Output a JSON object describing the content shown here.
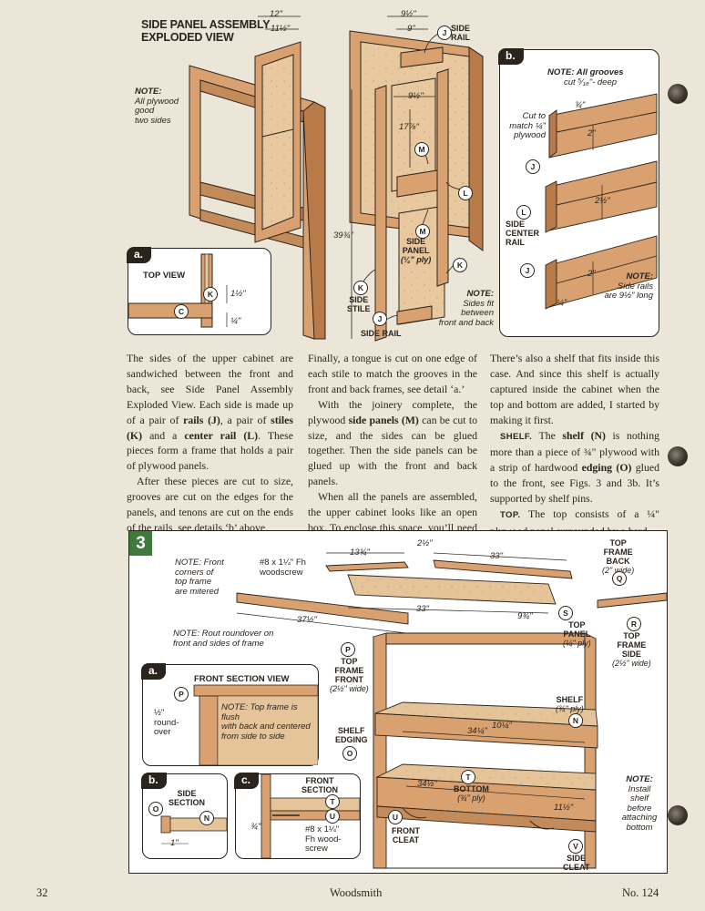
{
  "top_figure": {
    "title_line1": "SIDE PANEL ASSEMBLY",
    "title_line2": "EXPLODED VIEW",
    "note_plywood": [
      "NOTE:",
      "All plywood",
      "good",
      "two sides"
    ],
    "dims": {
      "d12": "12\"",
      "d11half": "11½\"",
      "d9half_top": "9½\"",
      "d9": "9\"",
      "d9half_mid": "9½\"",
      "d17": "17⅞\"",
      "d39": "39¾\""
    },
    "labels": {
      "side_rail_top": [
        "SIDE",
        "RAIL"
      ],
      "side_panel": [
        "SIDE",
        "PANEL",
        "(¼\" ply)"
      ],
      "side_stile": [
        "SIDE",
        "STILE"
      ],
      "side_rail_bottom": "SIDE RAIL",
      "note_sides_fit": [
        "NOTE:",
        "Sides fit",
        "between",
        "front and back"
      ]
    },
    "letters": {
      "j": "J",
      "m": "M",
      "l": "L",
      "k": "K",
      "c": "C"
    },
    "inset_a": {
      "tag": "a.",
      "title": "TOP VIEW",
      "dim_1half": "1½\"",
      "dim_quarter": "¼\""
    },
    "inset_b": {
      "tag": "b.",
      "note_grooves": [
        "NOTE: All grooves",
        "cut ⁵⁄₁₆\"- deep"
      ],
      "cut_to": [
        "Cut to",
        "match ¼\"",
        "plywood"
      ],
      "dim_3quarter": "¾\"",
      "dim_2a": "2\"",
      "dim_2half": "2½\"",
      "dim_2b": "2\"",
      "dim_quarter": "¼\"",
      "center_rail": [
        "SIDE",
        "CENTER",
        "RAIL"
      ],
      "note_rails": [
        "NOTE:",
        "Side rails",
        "are 9½\" long"
      ]
    }
  },
  "article": {
    "col1": {
      "p1_parts": [
        "The sides of the upper cabinet are sandwiched between the front and back, see Side Panel Assembly Exploded View. Each side is made up of a pair of ",
        "rails (J)",
        ", a pair of ",
        "stiles (K)",
        " and a ",
        "center rail (L)",
        ". These pieces form a frame that holds a pair of plywood panels."
      ],
      "p2": "After these pieces are cut to size, grooves are cut on the edges for the panels, and tenons are cut on the ends of the rails, see details ‘b’ above."
    },
    "col2": {
      "p1": "Finally, a tongue is cut on one edge of each stile to match the grooves in the front and back frames, see detail ‘a.’",
      "p2_parts": [
        "With the joinery complete, the plywood ",
        "side panels (M)",
        " can be cut to size, and the sides can be glued together. Then the side panels can be glued up with the front and back panels."
      ],
      "p3": "When all the panels are assembled, the upper cabinet looks like an open box. To enclose this space, you’ll need to add a top and bottom."
    },
    "col3": {
      "p1": "There’s also a shelf that fits inside this case. And since this shelf is actually captured inside the cabinet when the top and bottom are added, I started by making it first.",
      "shelf_head": "SHELF.",
      "p2_parts": [
        " The ",
        "shelf (N)",
        " is nothing more than a piece of ¾\" plywood with a strip of hardwood ",
        "edging (O)",
        " glued to the front, see Figs. 3 and 3b. It’s supported by shelf pins."
      ],
      "top_head": "TOP.",
      "p3": " The top consists of a ¼\" plywood panel surrounded by a hard-"
    }
  },
  "figure3": {
    "number": "3",
    "note_front": [
      "NOTE: Front",
      "corners of",
      "top frame",
      "are mitered"
    ],
    "screw": [
      "#8 x 1¼\" Fh",
      "woodscrew"
    ],
    "dims": {
      "d13": "13¾\"",
      "d2half": "2½\"",
      "d33a": "33\"",
      "d33b": "33\"",
      "d9": "9¾\"",
      "d37": "37½\"",
      "d34q": "34¼\"",
      "d10q": "10¼\"",
      "d34h": "34½\"",
      "d11h": "11½\"",
      "d1": "1\"",
      "d3q": "¾\""
    },
    "top_frame_back": [
      "TOP",
      "FRAME",
      "BACK",
      "(2\" wide)"
    ],
    "top_panel": [
      "TOP",
      "PANEL",
      "(¼\" ply)"
    ],
    "top_frame_side": [
      "TOP",
      "FRAME",
      "SIDE",
      "(2½\" wide)"
    ],
    "top_frame_front": [
      "TOP",
      "FRAME",
      "FRONT",
      "(2½\" wide)"
    ],
    "note_roundover": [
      "NOTE: Rout roundover on",
      "front and sides of frame"
    ],
    "shelf": [
      "SHELF",
      "(¾\" ply)"
    ],
    "shelf_edging": [
      "SHELF",
      "EDGING"
    ],
    "bottom": [
      "BOTTOM",
      "(¾\" ply)"
    ],
    "front_cleat": [
      "FRONT",
      "CLEAT"
    ],
    "side_cleat": [
      "SIDE",
      "CLEAT"
    ],
    "note_install": [
      "NOTE:",
      "Install",
      "shelf",
      "before",
      "attaching",
      "bottom"
    ],
    "letters": {
      "q": "Q",
      "s": "S",
      "r": "R",
      "p": "P",
      "n": "N",
      "o": "O",
      "t": "T",
      "u": "U",
      "v": "V"
    },
    "inset_a": {
      "tag": "a.",
      "title": "FRONT SECTION VIEW",
      "note": [
        "NOTE: Top frame is flush",
        "with back and centered",
        "from side to side"
      ],
      "roundover": [
        "½\"",
        "round-",
        "over"
      ]
    },
    "inset_b": {
      "tag": "b.",
      "title": [
        "SIDE",
        "SECTION"
      ]
    },
    "inset_c": {
      "tag": "c.",
      "title": [
        "FRONT",
        "SECTION"
      ],
      "screw": [
        "#8 x 1¼\"",
        "Fh wood-",
        "screw"
      ]
    }
  },
  "footer": {
    "page": "32",
    "magazine": "Woodsmith",
    "issue": "No. 124"
  },
  "colors": {
    "wood": "#d9a070",
    "wood_dark": "#b87a48",
    "plywood": "#e6c49a",
    "green_tag": "#3d7a3b",
    "ink": "#2a241d"
  }
}
